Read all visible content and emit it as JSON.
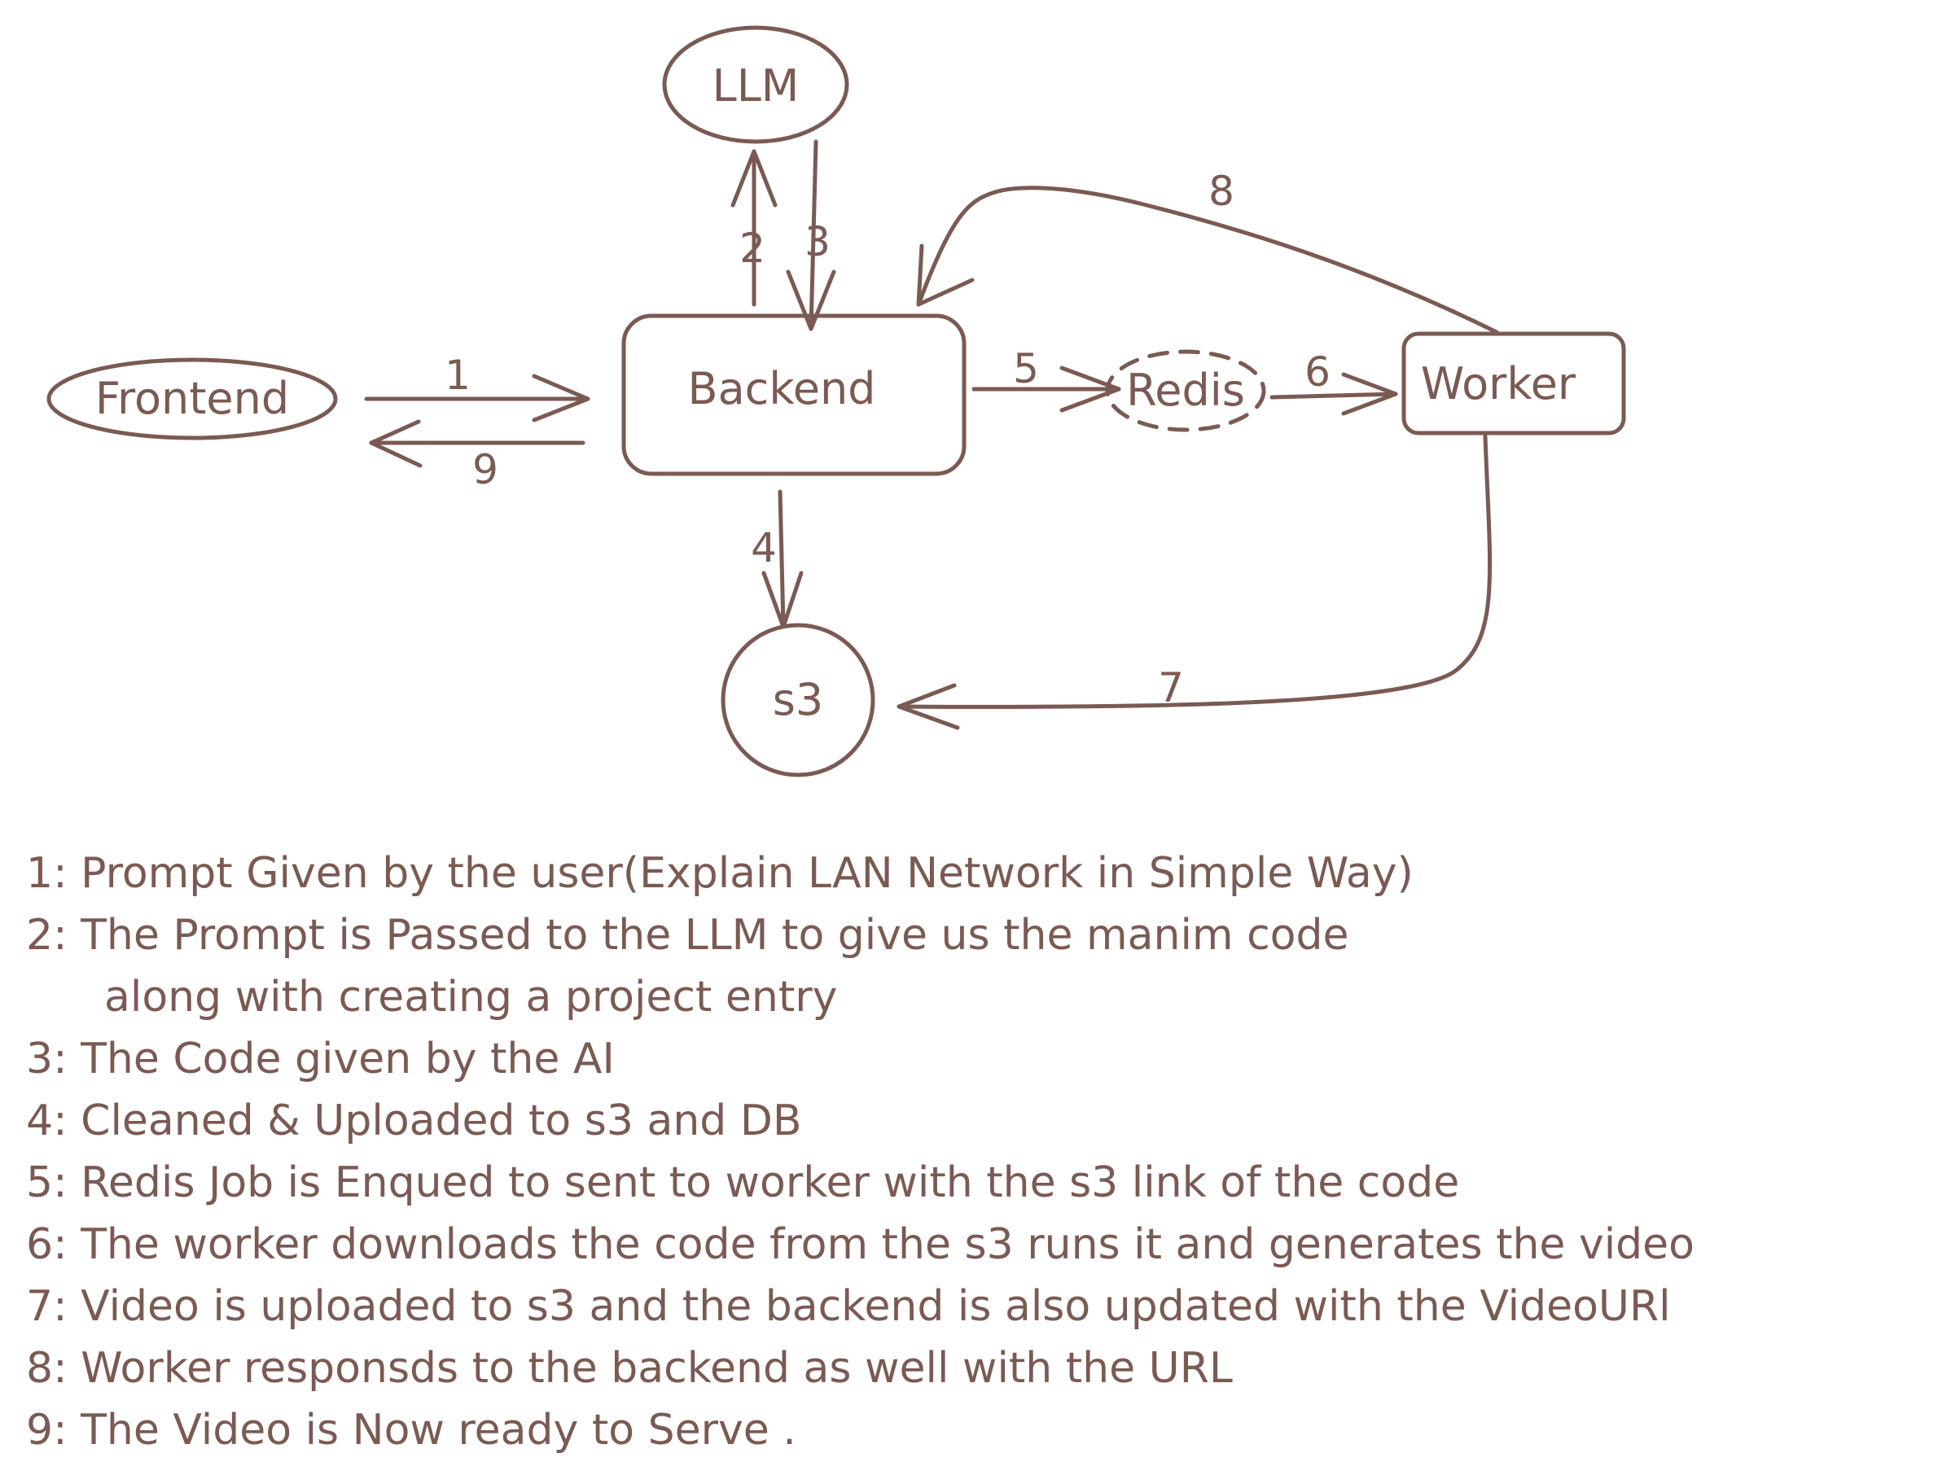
{
  "style": {
    "ink": "#7a5a53",
    "background": "#ffffff"
  },
  "nodes": {
    "llm": "LLM",
    "frontend": "Frontend",
    "backend": "Backend",
    "redis": "Redis",
    "worker": "Worker",
    "s3": "s3"
  },
  "edges": {
    "e1": "1",
    "e2": "2",
    "e3": "3",
    "e4": "4",
    "e5": "5",
    "e6": "6",
    "e7": "7",
    "e8": "8",
    "e9": "9"
  },
  "legend": [
    "1: Prompt Given by the user(Explain LAN Network in Simple Way)",
    "2: The Prompt is Passed to the LLM to give us the manim code",
    "along with creating a project entry",
    "3: The Code given by the AI",
    "4:  Cleaned &  Uploaded to s3 and DB",
    "5:  Redis Job is Enqued to sent to worker with the s3 link of the code",
    "6: The worker downloads the code from the s3 runs it and generates the video",
    "7: Video is uploaded to s3 and the backend is also updated with the VideoURl",
    "8: Worker responsds to the backend as well with the URL",
    "9: The Video is Now ready to Serve ."
  ]
}
